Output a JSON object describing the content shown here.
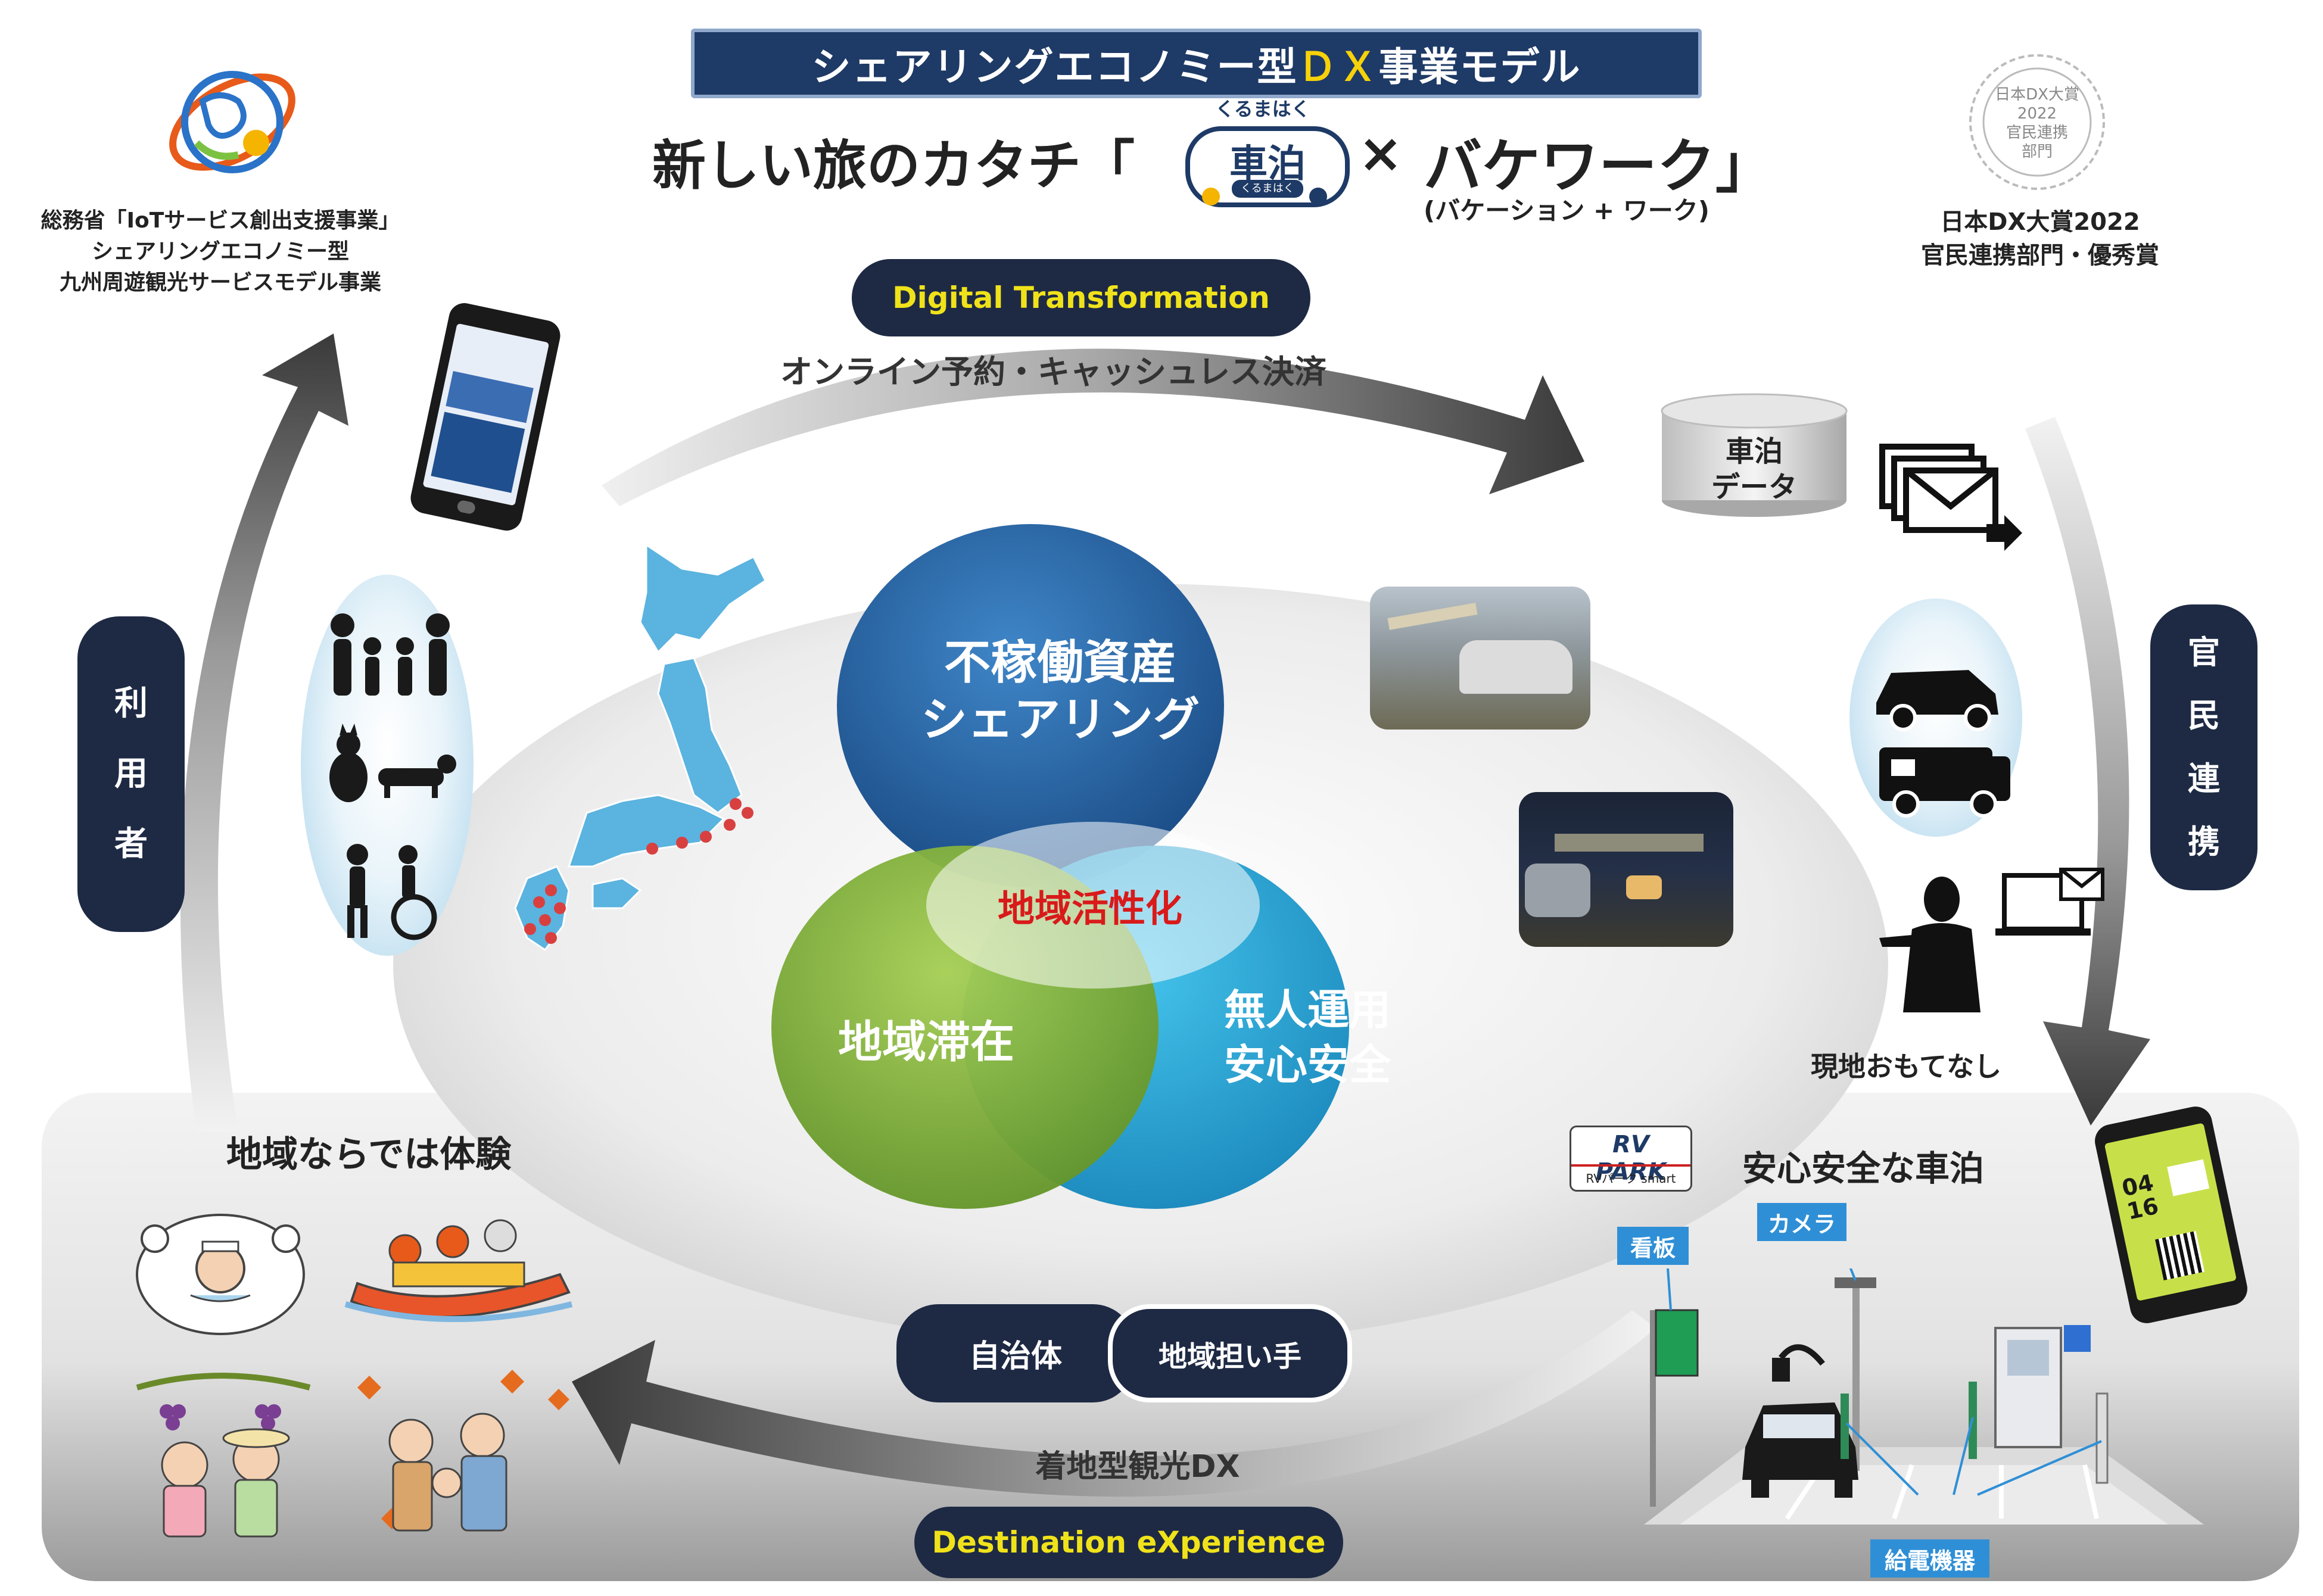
{
  "header": {
    "banner": "シェアリングエコノミー型ＤＸ事業モデル",
    "banner_prefix": "シェアリングエコノミー型",
    "banner_dx": "ＤＸ",
    "banner_suffix": "事業モデル",
    "headline_left": "新しい旅のカタチ「",
    "headline_logo_ruby": "くるまはく",
    "headline_logo_text": "車泊",
    "headline_logo_sub": "くるまはく",
    "headline_times": "×",
    "headline_right": "バケワーク」",
    "headline_note": "(バケーション + ワーク)"
  },
  "left_top": {
    "lines": [
      "総務省「IoTサービス創出支援事業」",
      "シェアリングエコノミー型",
      "九州周遊観光サービスモデル事業"
    ]
  },
  "right_top": {
    "seal_lines": [
      "日本DX大賞",
      "2022",
      "官民連携",
      "部門"
    ],
    "lines": [
      "日本DX大賞2022",
      "官民連携部門・優秀賞"
    ]
  },
  "top_cycle": {
    "pill": "Digital Transformation",
    "caption": "オンライン予約・キャッシュレス決済"
  },
  "left_cycle": {
    "pill": [
      "利",
      "用",
      "者"
    ]
  },
  "right_cycle": {
    "pill": [
      "官",
      "民",
      "連",
      "携"
    ]
  },
  "bottom_cycle": {
    "pills": [
      "自治体",
      "地域担い手"
    ],
    "caption": "着地型観光DX",
    "pill": "Destination eXperience"
  },
  "venn": {
    "top": [
      "不稼働資産",
      "シェアリング"
    ],
    "left": "地域滞在",
    "right": [
      "無人運用",
      "安心安全"
    ],
    "center": "地域活性化"
  },
  "right_side": {
    "database": [
      "車泊",
      "データ"
    ],
    "hospitality": "現地おもてなし"
  },
  "bottom_left": {
    "title": "地域ならでは体験"
  },
  "bottom_right": {
    "title": "安心安全な車泊",
    "rvpark_logo": "RV PARK",
    "rvpark_sub": "RVパーク smart",
    "tag_signboard": "看板",
    "tag_camera": "カメラ",
    "tag_charger": "給電機器",
    "phone_date": [
      "04",
      "16"
    ]
  },
  "colors": {
    "navy": "#1e2a44",
    "banner_dx_yellow": "#f5d20a",
    "pill_text_yellow": "#f0e21a",
    "venn_top": "#1f5fa3",
    "venn_left": "#7fb33a",
    "venn_right": "#1aa4d8",
    "center_red": "#d91a1a",
    "tag_blue": "#2f8fd6"
  }
}
